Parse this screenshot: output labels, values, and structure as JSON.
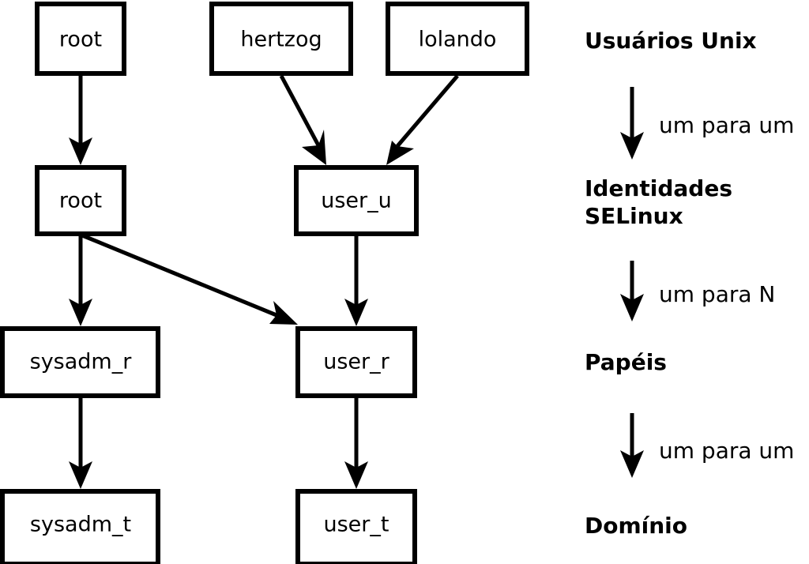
{
  "diagram": {
    "title": "SELinux user / identity / role / domain mapping",
    "colors": {
      "background": "#ffffff",
      "stroke": "#000000",
      "box_fill": "#ffffff",
      "text": "#000000"
    },
    "nodes": [
      {
        "id": "unix-root",
        "label": "root",
        "stage": "Usuários Unix",
        "column": "left"
      },
      {
        "id": "unix-hertzog",
        "label": "hertzog",
        "stage": "Usuários Unix",
        "column": "middle"
      },
      {
        "id": "unix-lolando",
        "label": "lolando",
        "stage": "Usuários Unix",
        "column": "right"
      },
      {
        "id": "selinux-root",
        "label": "root",
        "stage": "Identidades SELinux",
        "column": "left"
      },
      {
        "id": "selinux-user_u",
        "label": "user_u",
        "stage": "Identidades SELinux",
        "column": "middle"
      },
      {
        "id": "role-sysadm_r",
        "label": "sysadm_r",
        "stage": "Papéis",
        "column": "left"
      },
      {
        "id": "role-user_r",
        "label": "user_r",
        "stage": "Papéis",
        "column": "middle"
      },
      {
        "id": "domain-sysadm_t",
        "label": "sysadm_t",
        "stage": "Domínio",
        "column": "left"
      },
      {
        "id": "domain-user_t",
        "label": "user_t",
        "stage": "Domínio",
        "column": "middle"
      }
    ],
    "edges": [
      {
        "from": "unix-root",
        "to": "selinux-root"
      },
      {
        "from": "unix-hertzog",
        "to": "selinux-user_u"
      },
      {
        "from": "unix-lolando",
        "to": "selinux-user_u"
      },
      {
        "from": "selinux-root",
        "to": "role-sysadm_r"
      },
      {
        "from": "selinux-root",
        "to": "role-user_r"
      },
      {
        "from": "selinux-user_u",
        "to": "role-user_r"
      },
      {
        "from": "role-sysadm_r",
        "to": "domain-sysadm_t"
      },
      {
        "from": "role-user_r",
        "to": "domain-user_t"
      }
    ],
    "legend": {
      "stages": [
        {
          "id": "stage-unix-users",
          "label": "Usuários Unix"
        },
        {
          "id": "stage-selinux-identities",
          "label": "Identidades"
        },
        {
          "id": "stage-selinux-identities-2",
          "label": "SELinux"
        },
        {
          "id": "stage-roles",
          "label": "Papéis"
        },
        {
          "id": "stage-domain",
          "label": "Domínio"
        }
      ],
      "relations": [
        {
          "id": "rel-1",
          "label": "um para um"
        },
        {
          "id": "rel-2",
          "label": "um para N"
        },
        {
          "id": "rel-3",
          "label": "um para um"
        }
      ]
    }
  }
}
